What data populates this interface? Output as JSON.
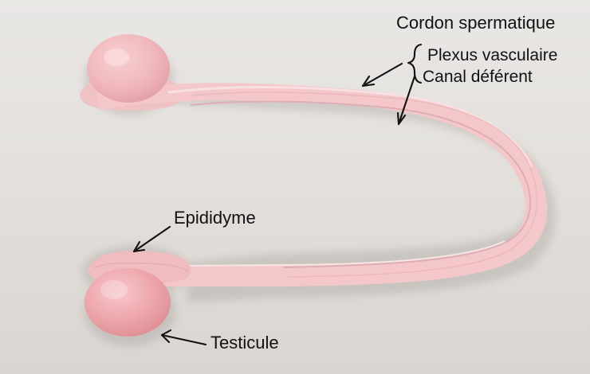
{
  "figure": {
    "labels": {
      "cordon": "Cordon spermatique",
      "plexus": "Plexus vasculaire",
      "canal": "Canal déférent",
      "epididyme": "Epididyme",
      "testicule": "Testicule"
    }
  }
}
